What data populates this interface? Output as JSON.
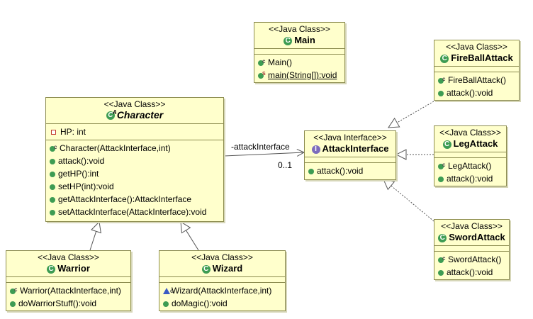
{
  "classes": {
    "main": {
      "stereotype": "<<Java Class>>",
      "name": "Main",
      "methods": [
        "Main()",
        "main(String[]):void"
      ]
    },
    "character": {
      "stereotype": "<<Java Class>>",
      "name": "Character",
      "fields": [
        "HP: int"
      ],
      "methods": [
        "Character(AttackInterface,int)",
        "attack():void",
        "getHP():int",
        "setHP(int):void",
        "getAttackInterface():AttackInterface",
        "setAttackInterface(AttackInterface):void"
      ]
    },
    "attack_interface": {
      "stereotype": "<<Java Interface>>",
      "name": "AttackInterface",
      "methods": [
        "attack():void"
      ]
    },
    "fireball": {
      "stereotype": "<<Java Class>>",
      "name": "FireBallAttack",
      "methods": [
        "FireBallAttack()",
        "attack():void"
      ]
    },
    "leg": {
      "stereotype": "<<Java Class>>",
      "name": "LegAttack",
      "methods": [
        "LegAttack()",
        "attack():void"
      ]
    },
    "sword": {
      "stereotype": "<<Java Class>>",
      "name": "SwordAttack",
      "methods": [
        "SwordAttack()",
        "attack():void"
      ]
    },
    "warrior": {
      "stereotype": "<<Java Class>>",
      "name": "Warrior",
      "methods": [
        "Warrior(AttackInterface,int)",
        "doWarriorStuff():void"
      ]
    },
    "wizard": {
      "stereotype": "<<Java Class>>",
      "name": "Wizard",
      "methods": [
        "Wizard(AttackInterface,int)",
        "doMagic():void"
      ]
    }
  },
  "association": {
    "role": "-attackInterface",
    "multiplicity": "0..1"
  },
  "colors": {
    "box_fill": "#ffffcc",
    "box_border": "#8c8c50",
    "class_icon": "#3d9c53",
    "interface_icon": "#7c6cbd",
    "field_icon": "#c0392b",
    "protected_icon": "#3b5bc4",
    "line": "#555555"
  }
}
